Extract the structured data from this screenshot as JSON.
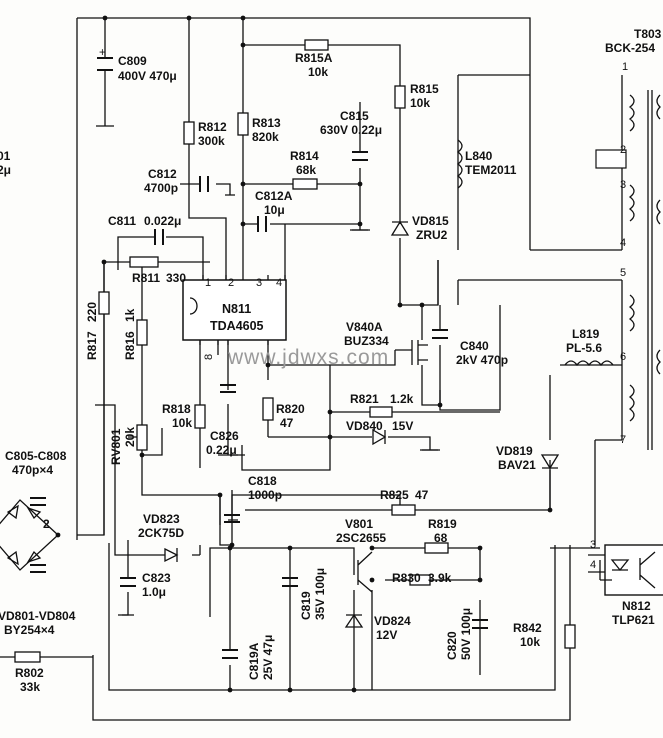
{
  "watermark": "www.jdwxs.com",
  "components": {
    "c801": {
      "ref": "01",
      "value": "2μ"
    },
    "c809": {
      "ref": "C809",
      "value": "400V 470μ"
    },
    "r812": {
      "ref": "R812",
      "value": "300k"
    },
    "r813": {
      "ref": "R813",
      "value": "820k"
    },
    "r815a": {
      "ref": "R815A",
      "value": "10k"
    },
    "r815": {
      "ref": "R815",
      "value": "10k"
    },
    "c815": {
      "ref": "C815",
      "value": "630V 0.22μ"
    },
    "r814": {
      "ref": "R814",
      "value": "68k"
    },
    "c812": {
      "ref": "C812",
      "value": "4700p"
    },
    "c812a": {
      "ref": "C812A",
      "value": "10μ"
    },
    "c811": {
      "ref": "C811",
      "value": "0.022μ"
    },
    "r811": {
      "ref": "R811",
      "value": "330"
    },
    "r817": {
      "ref": "R817",
      "value": "220"
    },
    "r816": {
      "ref": "R816",
      "value": "1k"
    },
    "n811": {
      "ref": "N811",
      "value": "TDA4605"
    },
    "vd815": {
      "ref": "VD815",
      "value": "ZRU2"
    },
    "l840": {
      "ref": "L840",
      "value": "TEM2011"
    },
    "v840a": {
      "ref": "V840A",
      "value": "BUZ334"
    },
    "c840": {
      "ref": "C840",
      "value": "2kV 470p"
    },
    "r821": {
      "ref": "R821",
      "value": "1.2k"
    },
    "vd840": {
      "ref": "VD840",
      "value": "15V"
    },
    "r820": {
      "ref": "R820",
      "value": "47"
    },
    "r818": {
      "ref": "R818",
      "value": "10k"
    },
    "c826": {
      "ref": "C826",
      "value": "0.22μ"
    },
    "rv801": {
      "ref": "RV801",
      "value": "20k"
    },
    "c805": {
      "ref": "C805-C808",
      "value": "470p×4"
    },
    "c818": {
      "ref": "C818",
      "value": "1000p"
    },
    "vd823": {
      "ref": "VD823",
      "value": "2CK75D"
    },
    "c823": {
      "ref": "C823",
      "value": "1.0μ"
    },
    "vd801": {
      "ref": "VD801-VD804",
      "value": "BY254×4"
    },
    "r802": {
      "ref": "R802",
      "value": "33k"
    },
    "r825": {
      "ref": "R825",
      "value": "47"
    },
    "v801": {
      "ref": "V801",
      "value": "2SC2655"
    },
    "r819": {
      "ref": "R819",
      "value": "68"
    },
    "r830": {
      "ref": "R830",
      "value": "3.9k"
    },
    "c819a": {
      "ref": "C819A",
      "value": "25V 47μ"
    },
    "c819": {
      "ref": "C819",
      "value": "35V 100μ"
    },
    "vd824": {
      "ref": "VD824",
      "value": "12V"
    },
    "c820": {
      "ref": "C820",
      "value": "50V 100μ"
    },
    "r842": {
      "ref": "R842",
      "value": "10k"
    },
    "vd819": {
      "ref": "VD819",
      "value": "BAV21"
    },
    "l819": {
      "ref": "L819",
      "value": "PL-5.6"
    },
    "t803": {
      "ref": "T803",
      "value": "BCK-254"
    },
    "n812": {
      "ref": "N812",
      "value": "TLP621"
    }
  },
  "ic_pins": {
    "p1": "1",
    "p2": "2",
    "p3": "3",
    "p4": "4",
    "p8": "8"
  },
  "transformer_pins": {
    "p1": "1",
    "p2": "2",
    "p3": "3",
    "p4": "4",
    "p5": "5",
    "p6": "6",
    "p7": "7"
  },
  "optocoupler_pins": {
    "p3": "3",
    "p4": "4"
  },
  "node_label": "2"
}
